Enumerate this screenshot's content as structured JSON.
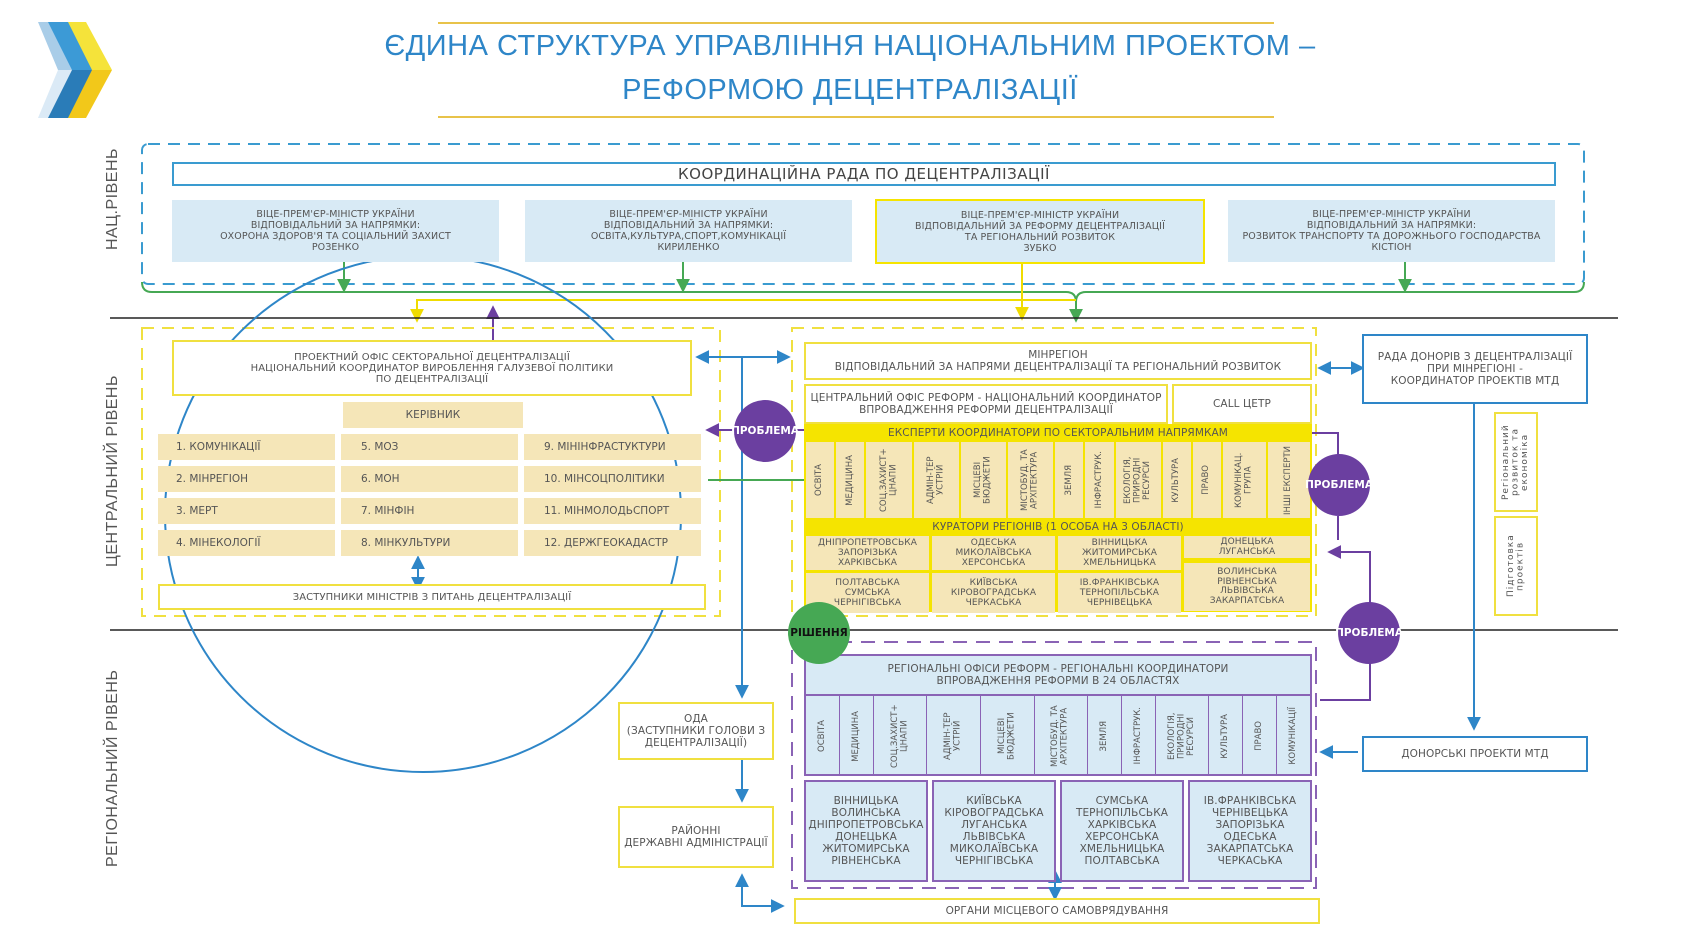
{
  "title": {
    "line1": "ЄДИНА СТРУКТУРА УПРАВЛІННЯ НАЦІОНАЛЬНИМ ПРОЕКТОМ –",
    "line2": "РЕФОРМОЮ ДЕЦЕНТРАЛІЗАЦІЇ"
  },
  "levels": {
    "national": "НАЦ.РІВЕНЬ",
    "central": "ЦЕНТРАЛЬНИЙ РІВЕНЬ",
    "regional": "РЕГІОНАЛЬНИЙ РІВЕНЬ"
  },
  "national": {
    "council": "КООРДИНАЦІЙНА РАДА ПО ДЕЦЕНТРАЛІЗАЦІЇ",
    "vice_pms": [
      {
        "l1": "ВІЦЕ-ПРЕМ'ЄР-МІНІСТР УКРАЇНИ",
        "l2": "ВІДПОВІДАЛЬНИЙ ЗА НАПРЯМКИ:",
        "l3": "ОХОРОНА ЗДОРОВ'Я ТА СОЦІАЛЬНИЙ ЗАХИСТ",
        "l4": "РОЗЕНКО"
      },
      {
        "l1": "ВІЦЕ-ПРЕМ'ЄР-МІНІСТР УКРАЇНИ",
        "l2": "ВІДПОВІДАЛЬНИЙ ЗА НАПРЯМКИ:",
        "l3": "ОСВІТА,КУЛЬТУРА,СПОРТ,КОМУНІКАЦІЇ",
        "l4": "КИРИЛЕНКО"
      },
      {
        "l1": "ВІЦЕ-ПРЕМ'ЄР-МІНІСТР УКРАЇНИ",
        "l2": "ВІДПОВІДАЛЬНИЙ ЗА  РЕФОРМУ ДЕЦЕНТРАЛІЗАЦІЇ",
        "l3": "ТА РЕГІОНАЛЬНИЙ РОЗВИТОК",
        "l4": "ЗУБКО"
      },
      {
        "l1": "ВІЦЕ-ПРЕМ'ЄР-МІНІСТР УКРАЇНИ",
        "l2": "ВІДПОВІДАЛЬНИЙ ЗА НАПРЯМКИ:",
        "l3": "РОЗВИТОК ТРАНСПОРТУ ТА ДОРОЖНЬОГО ГОСПОДАРСТВА",
        "l4": "КІСТІОН"
      }
    ]
  },
  "central_left": {
    "project_office": {
      "l1": "ПРОЕКТНИЙ ОФІС СЕКТОРАЛЬНОЇ ДЕЦЕНТРАЛІЗАЦІЇ",
      "l2": "НАЦІОНАЛЬНИЙ КООРДИНАТОР ВИРОБЛЕННЯ ГАЛУЗЕВОЇ ПОЛІТИКИ",
      "l3": "ПО ДЕЦЕНТРАЛІЗАЦІЇ"
    },
    "head": "КЕРІВНИК",
    "ministries": [
      "1. КОМУНІКАЦІЇ",
      "5. МОЗ",
      "9. МІНІНФРАСТУКТУРИ",
      "2. МІНРЕГІОН",
      "6. МОН",
      "10. МІНСОЦПОЛІТИКИ",
      "3. МЕРТ",
      "7. МІНФІН",
      "11. МІНМОЛОДЬСПОРТ",
      "4. МІНЕКОЛОГІЇ",
      "8. МІНКУЛЬТУРИ",
      "12. ДЕРЖГЕОКАДАСТР"
    ],
    "deputies": "ЗАСТУПНИКИ МІНІСТРІВ З ПИТАНЬ ДЕЦЕНТРАЛІЗАЦІЇ"
  },
  "central_right": {
    "minregion_l1": "МІНРЕГІОН",
    "minregion_l2": "ВІДПОВІДАЛЬНИЙ ЗА НАПРЯМИ ДЕЦЕНТРАЛІЗАЦІЇ ТА РЕГІОНАЛЬНИЙ РОЗВИТОК",
    "central_office_l1": "ЦЕНТРАЛЬНИЙ ОФІС РЕФОРМ - НАЦІОНАЛЬНИЙ КООРДИНАТОР",
    "central_office_l2": "ВПРОВАДЖЕННЯ РЕФОРМИ ДЕЦЕНТРАЛІЗАЦІЇ",
    "call_center": "CALL ЦЕТР",
    "experts_header": "ЕКСПЕРТИ КООРДИНАТОРИ ПО СЕКТОРАЛЬНИМ НАПРЯМКАМ",
    "sectors": [
      "ОСВІТА",
      "МЕДИЦИНА",
      "СОЦ.ЗАХИСТ+ ЦНАПи",
      "АДМІН-ТЕР УСТРІЙ",
      "МІСЦЕВІ БЮДЖЕТИ",
      "МІСТОБУД. ТА АРХІТЕКТУРА",
      "ЗЕМЛЯ",
      "ІНФРАСТРУК.",
      "ЕКОЛОГІЯ, ПРИРОДНІ РЕСУРСИ",
      "КУЛЬТУРА",
      "ПРАВО",
      "КОМУНІКАЦ. ГРУПА",
      "ІНШІ ЕКСПЕРТИ"
    ],
    "curators_header": "КУРАТОРИ РЕГІОНІВ (1 ОСОБА НА 3 ОБЛАСТІ)",
    "curators": [
      {
        "l1": "ДНІПРОПЕТРОВСЬКА",
        "l2": "ЗАПОРІЗЬКА",
        "l3": "ХАРКІВСЬКА"
      },
      {
        "l1": "ОДЕСЬКА",
        "l2": "МИКОЛАЇВСЬКА",
        "l3": "ХЕРСОНСЬКА"
      },
      {
        "l1": "ВІННИЦЬКА",
        "l2": "ЖИТОМИРСЬКА",
        "l3": "ХМЕЛЬНИЦЬКА"
      },
      {
        "l1": "ДОНЕЦЬКА",
        "l2": "ЛУГАНСЬКА",
        "l3": ""
      },
      {
        "l1": "ПОЛТАВСЬКА",
        "l2": "СУМСЬКА",
        "l3": "ЧЕРНІГІВСЬКА"
      },
      {
        "l1": "КИЇВСЬКА",
        "l2": "КІРОВОГРАДСЬКА",
        "l3": "ЧЕРКАСЬКА"
      },
      {
        "l1": "ІВ.ФРАНКІВСЬКА",
        "l2": "ТЕРНОПІЛЬСЬКА",
        "l3": "ЧЕРНІВЕЦЬКА"
      },
      {
        "l1": "ВОЛИНСЬКА",
        "l2": "РІВНЕНСЬКА",
        "l3": "ЛЬВІВСЬКА",
        "l4": "ЗАКАРПАТСЬКА"
      }
    ]
  },
  "donors": {
    "council_l1": "РАДА ДОНОРІВ З ДЕЦЕНТРАЛІЗАЦІЇ",
    "council_l2": "ПРИ МІНРЕГІОНІ -",
    "council_l3": "КООРДИНАТОР ПРОЕКТІВ МТД",
    "side_box_1": "Регіональний розвиток та економіка",
    "side_box_2": "Підготовка проектів",
    "projects": "ДОНОРСЬКІ ПРОЕКТИ МТД"
  },
  "badges": {
    "problem": "ПРОБЛЕМА",
    "solution": "РІШЕННЯ"
  },
  "regional": {
    "oda_l1": "ОДА",
    "oda_l2": "(ЗАСТУПНИКИ ГОЛОВИ З",
    "oda_l3": "ДЕЦЕНТРАЛІЗАЦІЇ)",
    "rda_l1": "РАЙОННІ",
    "rda_l2": "ДЕРЖАВНІ АДМІНІСТРАЦІЇ",
    "offices_l1": "РЕГІОНАЛЬНІ ОФІСИ РЕФОРМ - РЕГІОНАЛЬНІ КООРДИНАТОРИ",
    "offices_l2": "ВПРОВАДЖЕННЯ РЕФОРМИ В 24 ОБЛАСТЯХ",
    "sectors": [
      "ОСВІТА",
      "МЕДИЦИНА",
      "СОЦ.ЗАХИСТ+ ЦНАПи",
      "АДМІН-ТЕР УСТРІЙ",
      "МІСЦЕВІ БЮДЖЕТИ",
      "МІСТОБУД. ТА АРХІТЕКТУРА",
      "ЗЕМЛЯ",
      "ІНФРАСТРУК.",
      "ЕКОЛОГІЯ, ПРИРОДНІ РЕСУРСИ",
      "КУЛЬТУРА",
      "ПРАВО",
      "КОМУНІКАЦІЇ"
    ],
    "groups": [
      [
        "ВІННИЦЬКА",
        "ВОЛИНСЬКА",
        "ДНІПРОПЕТРОВСЬКА",
        "ДОНЕЦЬКА",
        "ЖИТОМИРСЬКА",
        "РІВНЕНСЬКА"
      ],
      [
        "КИЇВСЬКА",
        "КІРОВОГРАДСЬКА",
        "ЛУГАНСЬКА",
        "ЛЬВІВСЬКА",
        "МИКОЛАЇВСЬКА",
        "ЧЕРНІГІВСЬКА"
      ],
      [
        "СУМСЬКА",
        "ТЕРНОПІЛЬСЬКА",
        "ХАРКІВСЬКА",
        "ХЕРСОНСЬКА",
        "ХМЕЛЬНИЦЬКА",
        "ПОЛТАВСЬКА"
      ],
      [
        "ІВ.ФРАНКІВСЬКА",
        "ЧЕРНІВЕЦЬКА",
        "ЗАПОРІЗЬКА",
        "ОДЕСЬКА",
        "ЗАКАРПАТСЬКА",
        "ЧЕРКАСЬКА"
      ]
    ],
    "local_gov": "ОРГАНИ МІСЦЕВОГО САМОВРЯДУВАННЯ"
  },
  "colors": {
    "blue": "#2e86c8",
    "yellow": "#f5e400",
    "beige": "#f5e6b8",
    "purple": "#6b3fa0",
    "green": "#46a854",
    "light_blue": "#d8eaf5"
  }
}
